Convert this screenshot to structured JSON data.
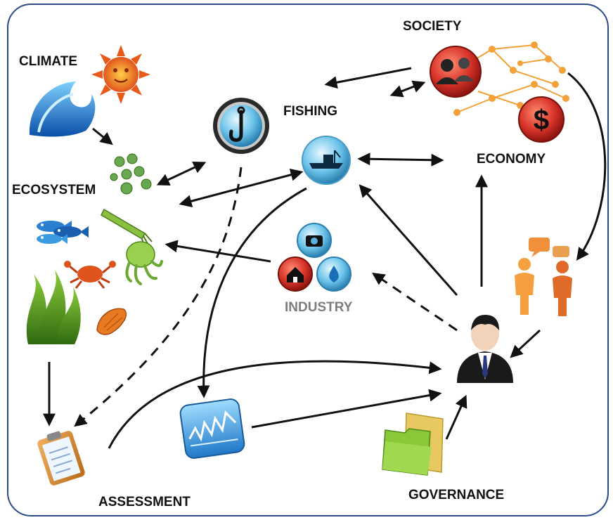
{
  "labels": {
    "society": "SOCIETY",
    "climate": "CLIMATE",
    "fishing": "FISHING",
    "economy": "ECONOMY",
    "ecosystem": "ECOSYSTEM",
    "industry": "INDUSTRY",
    "assessment": "ASSESSMENT",
    "governance": "GOVERNANCE"
  },
  "icon_glyphs": {
    "dollar": "$"
  },
  "colors": {
    "frame": "#2a4a8a",
    "arrow": "#111111",
    "label": "#111111",
    "industry_label": "#7d7d7d",
    "network": "#f2a238",
    "society_bubble": "#d8342a",
    "fishing_bubble": "#5cb8e0",
    "seaweed": "#5a9a24",
    "person": "#f0903a"
  },
  "icons": [
    "wave-icon",
    "sun-icon",
    "fish-hook-icon",
    "boat-icon",
    "people-network-icon",
    "dollar-icon",
    "snowflake-plankton-icon",
    "fish-icon",
    "squid-icon",
    "octopus-icon",
    "crab-icon",
    "seaweed-icon",
    "shell-icon",
    "camera-icon",
    "house-icon",
    "water-drop-icon",
    "stakeholders-icon",
    "manager-icon",
    "clipboard-icon",
    "chart-icon",
    "folders-icon"
  ]
}
